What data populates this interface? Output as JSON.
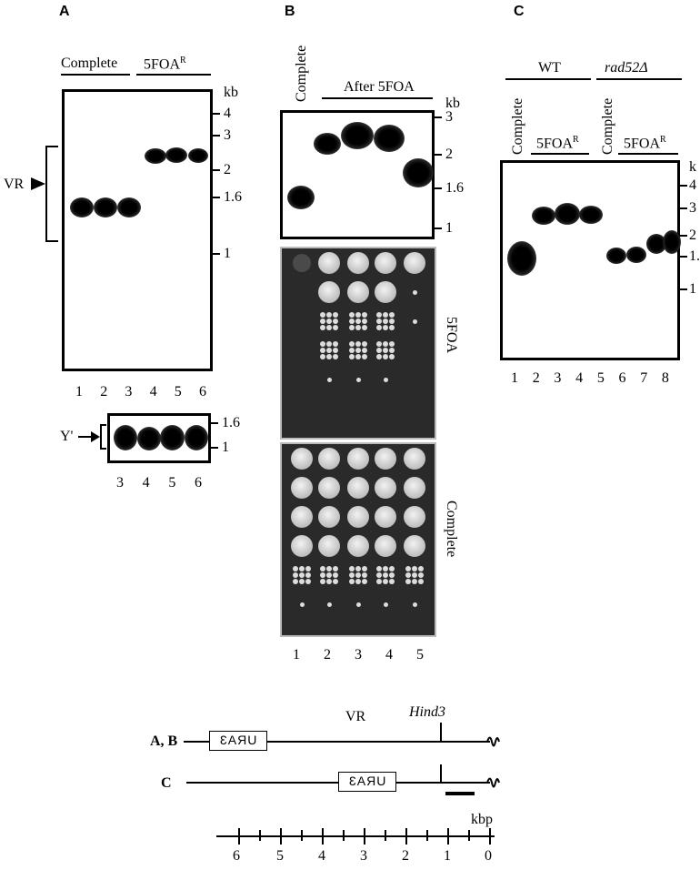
{
  "panelA": {
    "letter": "A",
    "group_complete": "Complete",
    "group_5foa": "5FOA",
    "superscript_r": "R",
    "unit": "kb",
    "markers": [
      "4",
      "3",
      "2",
      "1.6",
      "1"
    ],
    "vr_label": "VR",
    "lanes": [
      "1",
      "2",
      "3",
      "4",
      "5",
      "6"
    ],
    "lower_markers": [
      "1.6",
      "1"
    ],
    "y_prime_label": "Y'",
    "lower_lanes": [
      "3",
      "4",
      "5",
      "6"
    ]
  },
  "panelB": {
    "letter": "B",
    "complete_label": "Complete",
    "after_label": "After 5FOA",
    "unit": "kb",
    "markers": [
      "3",
      "2",
      "1.6",
      "1"
    ],
    "plate1_label": "5FOA",
    "plate2_label": "Complete",
    "lanes": [
      "1",
      "2",
      "3",
      "4",
      "5"
    ]
  },
  "panelC": {
    "letter": "C",
    "group_wt": "WT",
    "group_rad52": "rad52Δ",
    "complete_label": "Complete",
    "foa_label": "5FOA",
    "superscript_r": "R",
    "unit": "k",
    "markers": [
      "4",
      "3",
      "2",
      "1.",
      "1"
    ],
    "lanes": [
      "1",
      "2",
      "3",
      "4",
      "5",
      "6",
      "7",
      "8"
    ]
  },
  "map": {
    "row_ab_label": "A, B",
    "row_c_label": "C",
    "vr_label": "VR",
    "hind_label": "Hind3",
    "ura_label": "URA3",
    "unit": "kbp",
    "scale": [
      "6",
      "5",
      "4",
      "3",
      "2",
      "1",
      "0"
    ]
  }
}
